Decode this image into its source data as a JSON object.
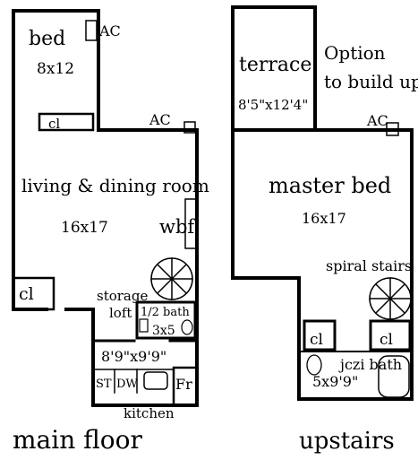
{
  "main_floor": {
    "caption": "main floor",
    "rooms": {
      "bed": {
        "name": "bed",
        "size": "8x12"
      },
      "bed_ac": "AC",
      "closet_top": "cl",
      "living_ac": "AC",
      "living": {
        "name": "living & dining room",
        "size": "16x17"
      },
      "wbf": "wbf",
      "closet_left": "cl",
      "storage_loft": {
        "line1": "storage",
        "line2": "loft"
      },
      "half_bath": {
        "name": "1/2 bath",
        "size": "3x5"
      },
      "kitchen": {
        "size": "8'9\"x9'9\"",
        "name": "kitchen",
        "st": "ST",
        "dw": "DW",
        "fr": "Fr"
      }
    }
  },
  "upstairs": {
    "caption": "upstairs",
    "rooms": {
      "terrace": {
        "name": "terrace",
        "size": "8'5\"x12'4\""
      },
      "option": {
        "line1": "Option",
        "line2": "to build up"
      },
      "master_ac": "AC",
      "master_bed": {
        "name": "master bed",
        "size": "16x17"
      },
      "spiral_stairs": "spiral stairs",
      "closet_left": "cl",
      "closet_right": "cl",
      "jczi_bath": {
        "name": "jczi bath",
        "size": "5x9'9\""
      }
    }
  }
}
